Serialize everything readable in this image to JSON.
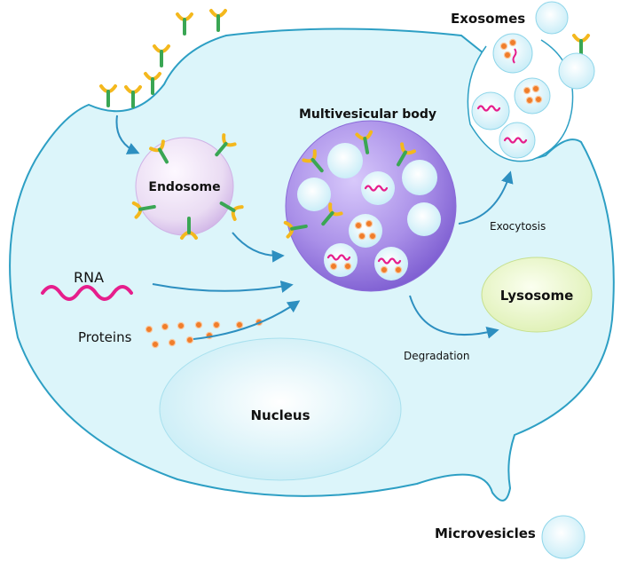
{
  "labels": {
    "exosomes": "Exosomes",
    "multivesicular_body": "Multivesicular body",
    "endosome": "Endosome",
    "exocytosis": "Exocytosis",
    "rna": "RNA",
    "lysosome": "Lysosome",
    "proteins": "Proteins",
    "degradation": "Degradation",
    "nucleus": "Nucleus",
    "microvesicles": "Microvesicles"
  },
  "colors": {
    "cytoplasm": "#dcf5fa",
    "membrane": "#2d9fc4",
    "endosome": "#f1e1f5",
    "mvb": "#9c7fe0",
    "lysosome": "#e8f6c4",
    "nucleus": "#c8eef7",
    "rna": "#e61e8c",
    "protein": "#f07d2a",
    "receptor_cup": "#f4b81d",
    "receptor_stem": "#3aa654",
    "arrow": "#2d8fc0"
  }
}
